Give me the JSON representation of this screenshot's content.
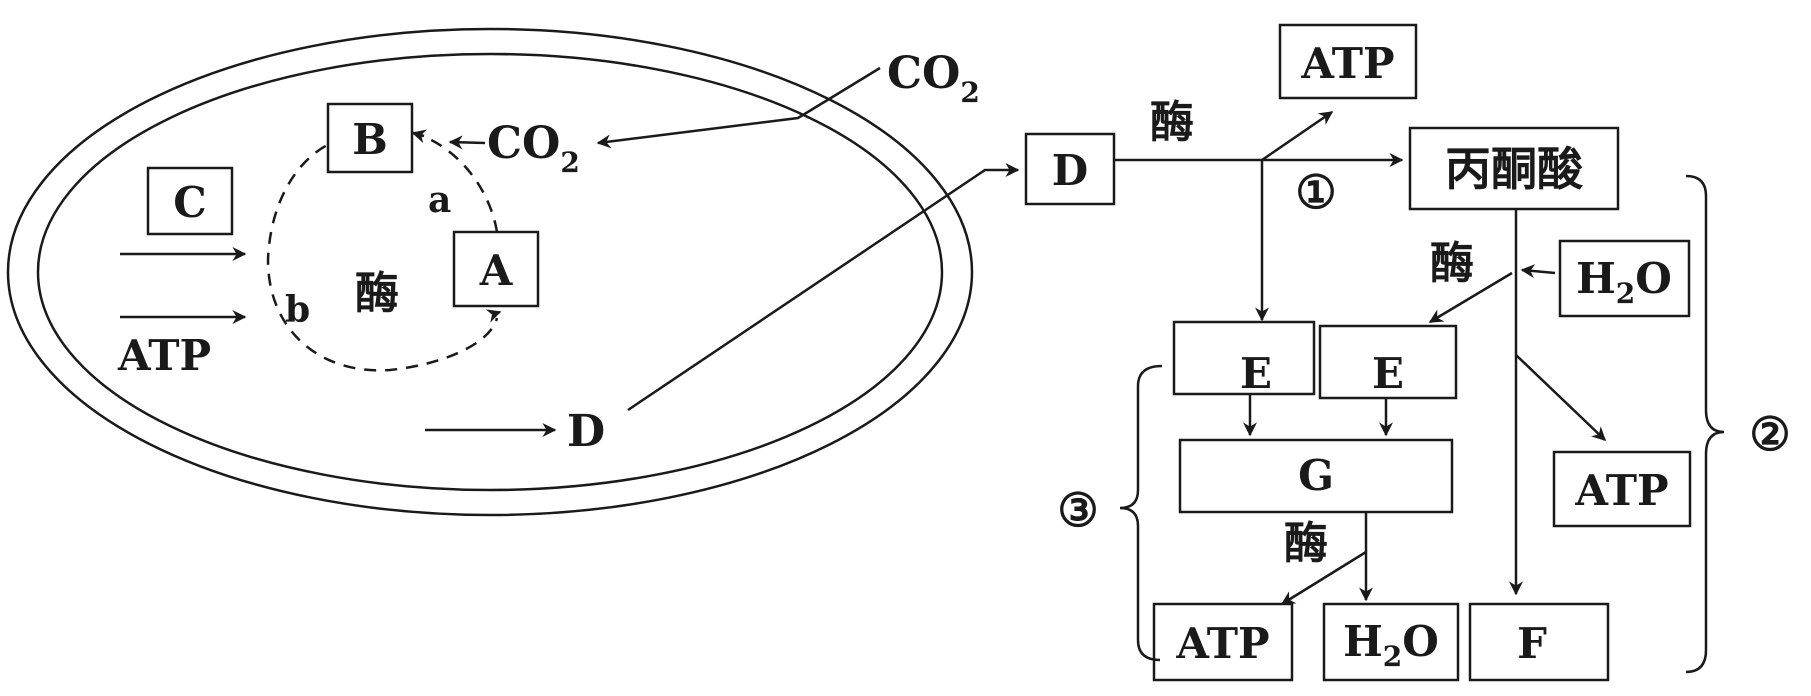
{
  "colors": {
    "ink": "#1a1a1a",
    "background": "#ffffff"
  },
  "diagram": {
    "chloroplast": {
      "box_b": "B",
      "box_c": "C",
      "box_a": "A",
      "co2_inner": "CO",
      "co2_inner_sub": "2",
      "label_a": "a",
      "label_b": "b",
      "enzyme": "酶",
      "atp_in": "ATP",
      "d_out": "D"
    },
    "co2_outer": "CO",
    "co2_outer_sub": "2",
    "respiration": {
      "box_d": "D",
      "enzyme_top": "酶",
      "atp_top": "ATP",
      "pyruvate": "丙酮酸",
      "stage_1": "①",
      "enzyme_mid": "酶",
      "h2o_in": "H",
      "h2o_in_sub": "2",
      "h2o_in_tail": "O",
      "box_e_left": "E",
      "box_e_right": "E",
      "box_g": "G",
      "enzyme_low": "酶",
      "atp_right": "ATP",
      "atp_bottom": "ATP",
      "h2o_out": "H",
      "h2o_out_sub": "2",
      "h2o_out_tail": "O",
      "box_f": "F",
      "stage_2": "②",
      "stage_3": "③"
    }
  }
}
